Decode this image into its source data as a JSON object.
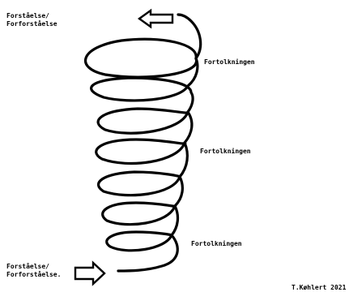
{
  "labels": {
    "top_left": [
      "Forståelse/",
      "Forforståelse"
    ],
    "bottom_left": [
      "Forståelse/",
      "Forforståelse."
    ],
    "interpretation_upper": "Fortolkningen",
    "interpretation_middle": "Fortolkningen",
    "interpretation_lower": "Fortolkningen",
    "credit": "T.Køhlert 2021"
  },
  "colors": {
    "ink": "#000000",
    "background": "#ffffff"
  },
  "icons": {
    "top_arrow": "arrow-left-outline-icon",
    "bottom_arrow": "arrow-right-outline-icon"
  }
}
